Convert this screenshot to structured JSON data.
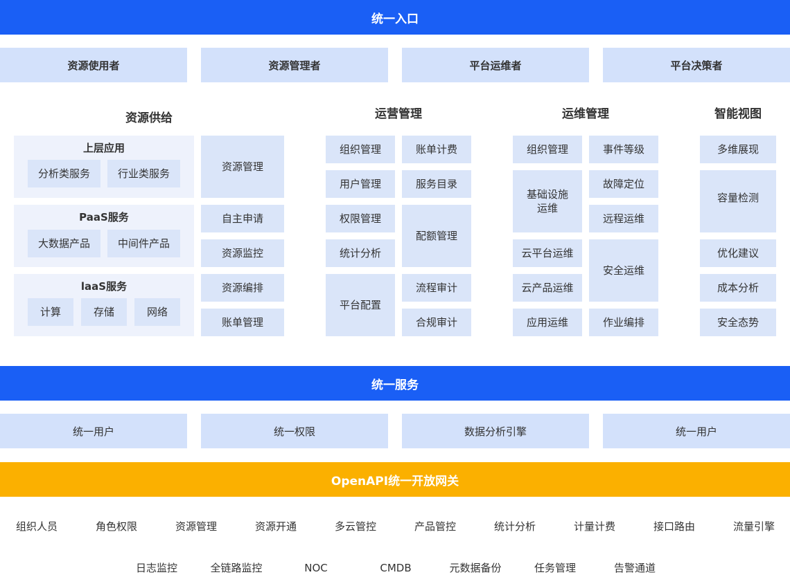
{
  "colors": {
    "primary_bar": "#1a5ff5",
    "gateway_bar": "#fbb000",
    "role_box": "#d3e1fb",
    "group_panel": "#eef2fc",
    "item_box": "#dae5f9"
  },
  "entry": {
    "title": "统一入口"
  },
  "roles": [
    "资源使用者",
    "资源管理者",
    "平台运维者",
    "平台决策者"
  ],
  "sections": {
    "supply": {
      "title": "资源供给",
      "groups": [
        {
          "title": "上层应用",
          "items": [
            "分析类服务",
            "行业类服务"
          ]
        },
        {
          "title": "PaaS服务",
          "items": [
            "大数据产品",
            "中间件产品"
          ]
        },
        {
          "title": "laaS服务",
          "items": [
            "计算",
            "存储",
            "网络"
          ]
        }
      ],
      "side": [
        "资源管理",
        "自主申请",
        "资源监控",
        "资源编排",
        "账单管理"
      ]
    },
    "ops_mgmt": {
      "title": "运营管理",
      "left": [
        "组织管理",
        "用户管理",
        "权限管理",
        "统计分析",
        "平台配置"
      ],
      "right": [
        "账单计费",
        "服务目录",
        "配额管理",
        "流程审计",
        "合规审计"
      ]
    },
    "maint": {
      "title": "运维管理",
      "left": [
        "组织管理",
        "基础设施运维",
        "云平台运维",
        "云产品运维",
        "应用运维"
      ],
      "right": [
        "事件等级",
        "故障定位",
        "远程运维",
        "安全运维",
        "作业编排"
      ]
    },
    "view": {
      "title": "智能视图",
      "items": [
        "多维展现",
        "容量检测",
        "优化建议",
        "成本分析",
        "安全态势"
      ]
    }
  },
  "service": {
    "title": "统一服务",
    "items": [
      "统一用户",
      "统一权限",
      "数据分析引擎",
      "统一用户"
    ]
  },
  "gateway": {
    "title": "OpenAPI统一开放网关",
    "row1": [
      "组织人员",
      "角色权限",
      "资源管理",
      "资源开通",
      "多云管控",
      "产品管控",
      "统计分析",
      "计量计费",
      "接口路由",
      "流量引擎"
    ],
    "row2": [
      "日志监控",
      "全链路监控",
      "NOC",
      "CMDB",
      "元数据备份",
      "任务管理",
      "告警通道"
    ]
  }
}
